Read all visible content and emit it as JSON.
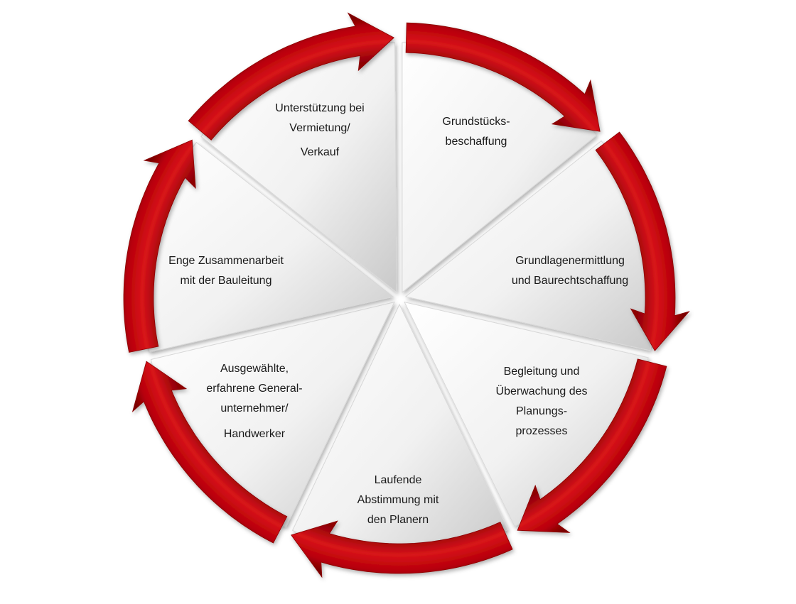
{
  "colors": {
    "arrow": "#c4080c",
    "arrow_dark": "#8a0005",
    "arrow_light": "#e23a3a",
    "wedge_light": "#ffffff",
    "wedge_dark": "#cfcfcf"
  },
  "segments": [
    {
      "label_lines": [
        "Grundstücks-",
        "beschaffung"
      ]
    },
    {
      "label_lines": [
        "Grundlagenermittlung",
        "und Baurechtschaffung"
      ]
    },
    {
      "label_lines": [
        "Begleitung  und",
        "Überwachung des",
        "Planungs-",
        "prozesses"
      ]
    },
    {
      "label_lines": [
        "Laufende",
        "Abstimmung mit",
        "den Planern"
      ]
    },
    {
      "label_lines": [
        "Ausgewählte,",
        "erfahrene General-",
        "unternehmer/",
        "Handwerker"
      ]
    },
    {
      "label_lines": [
        "Enge  Zusammenarbeit",
        "mit der Bauleitung"
      ]
    },
    {
      "label_lines": [
        "Unterstützung bei",
        "Vermietung/",
        "Verkauf"
      ]
    }
  ]
}
